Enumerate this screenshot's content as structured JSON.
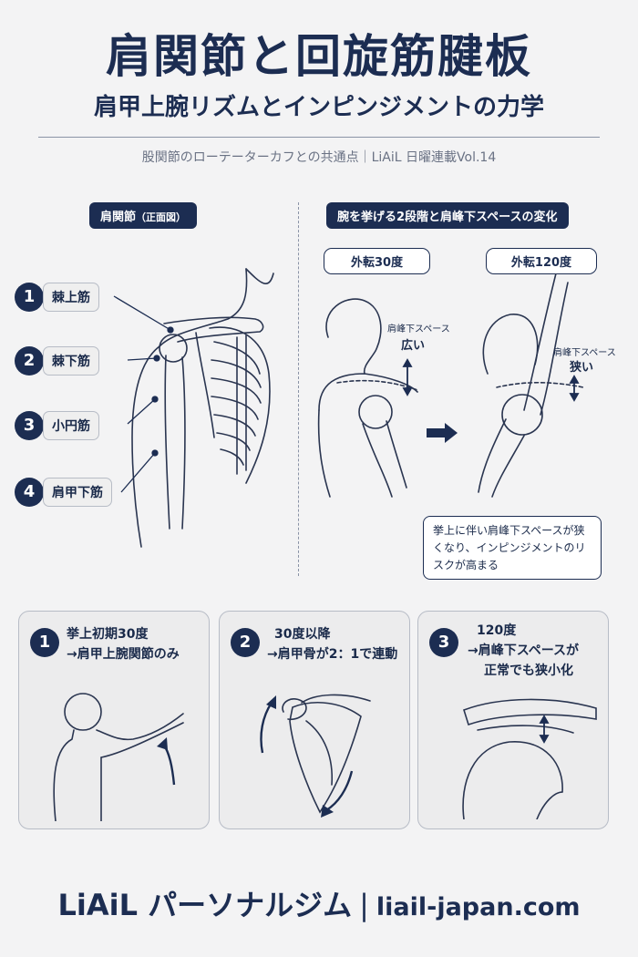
{
  "title": "肩関節と回旋筋腱板",
  "subtitle": "肩甲上腕リズムとインピンジメントの力学",
  "tagline": "股関節のローテーターカフとの共通点｜LiAiL 日曜連載Vol.14",
  "left_panel": {
    "header": "肩関節",
    "header_sub": "（正面図）",
    "muscles": [
      {
        "num": "1",
        "label": "棘上筋"
      },
      {
        "num": "2",
        "label": "棘下筋"
      },
      {
        "num": "3",
        "label": "小円筋"
      },
      {
        "num": "4",
        "label": "肩甲下筋"
      }
    ]
  },
  "right_panel": {
    "header": "腕を挙げる2段階と肩峰下スペースの変化",
    "state1": {
      "label": "外転30度",
      "space_label": "肩峰下スペース",
      "space_value": "広い"
    },
    "state2": {
      "label": "外転120度",
      "space_label": "肩峰下スペース",
      "space_value": "狭い"
    },
    "note": "挙上に伴い肩峰下スペースが狭くなり、インピンジメントのリスクが高まる"
  },
  "cards": [
    {
      "num": "1",
      "line1": "挙上初期30度",
      "line2": "→肩甲上腕関節のみ"
    },
    {
      "num": "2",
      "line1": "30度以降",
      "line2": "→肩甲骨が2：1で連動"
    },
    {
      "num": "3",
      "line1": "120度",
      "line2": "→肩峰下スペースが",
      "line3": "正常でも狭小化"
    }
  ],
  "footer": {
    "brand": "LiAiL パーソナルジム",
    "separator": "|",
    "url": "liail-japan.com"
  },
  "colors": {
    "navy": "#1c2d52",
    "background": "#f3f3f4",
    "card": "#ececed"
  }
}
